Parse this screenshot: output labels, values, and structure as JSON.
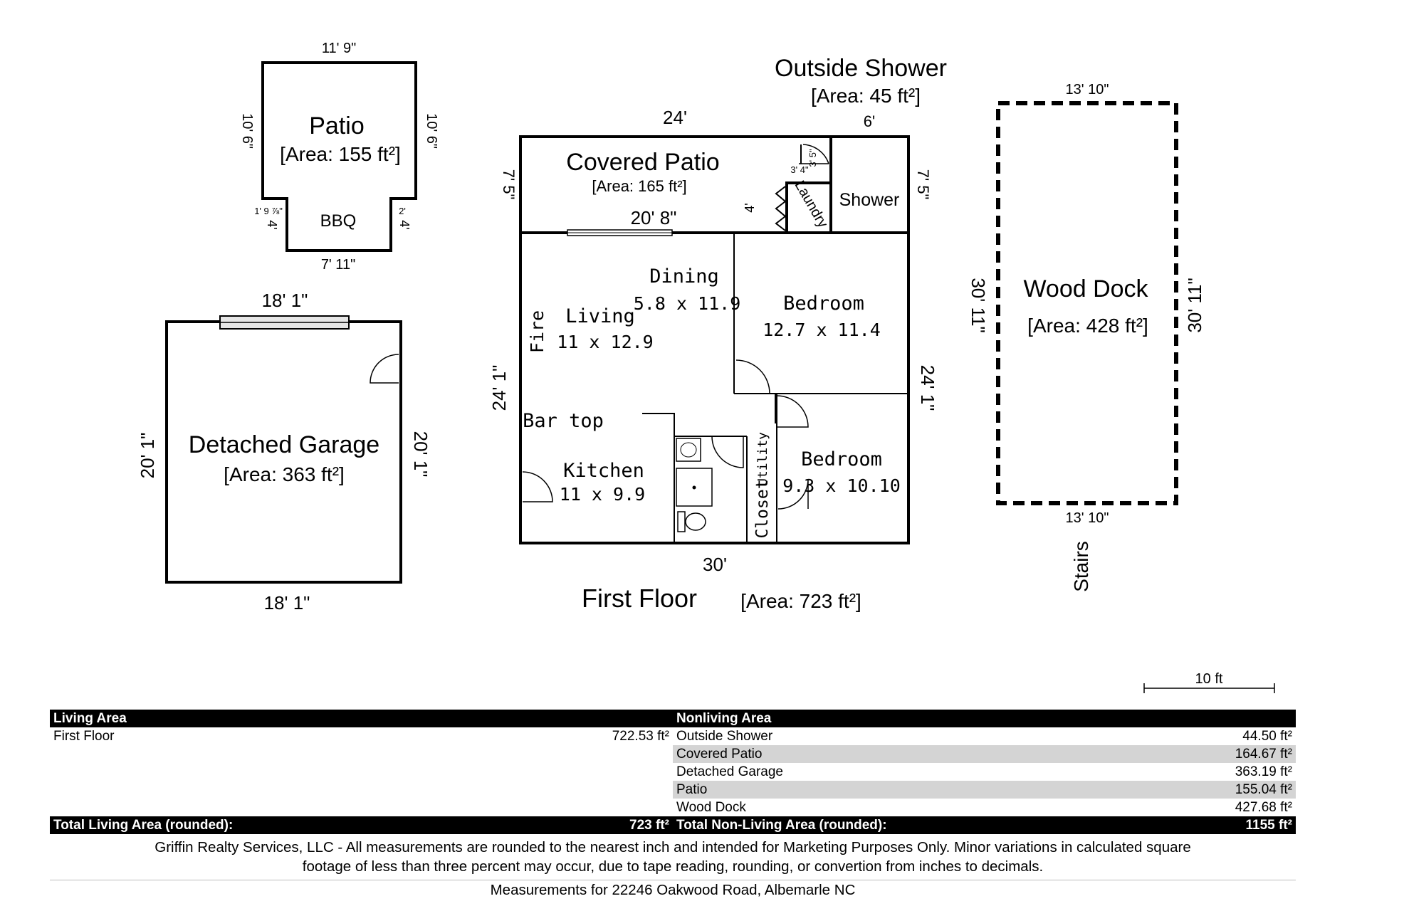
{
  "plan": {
    "patio": {
      "name": "Patio",
      "area": "[Area: 155 ft²]",
      "bbq": "BBQ",
      "dim_top": "11' 9\"",
      "dim_left": "10' 6\"",
      "dim_right": "10' 6\"",
      "dim_notch_top": "1' 9 ⅞\"",
      "dim_notch_left": "4'",
      "dim_notch_right_top": "2'",
      "dim_notch_right": "4'",
      "dim_bottom": "7' 11\""
    },
    "garage": {
      "name": "Detached Garage",
      "area": "[Area: 363 ft²]",
      "dim_top": "18' 1\"",
      "dim_bottom": "18' 1\"",
      "dim_left": "20' 1\"",
      "dim_right": "20' 1\""
    },
    "house": {
      "outside_shower_title": "Outside Shower",
      "outside_shower_area": "[Area: 45 ft²]",
      "dim_top_main": "24'",
      "dim_top_shower": "6'",
      "covered_patio": "Covered Patio",
      "covered_patio_area": "[Area: 165 ft²]",
      "dim_patio_left": "7' 5\"",
      "dim_patio_inner": "20' 8\"",
      "dim_patio_right": "7' 5\"",
      "dim_laundry_w": "3' 4\"",
      "dim_laundry_h": "3' 5\"",
      "dim_laundry_side": "4'",
      "laundry": "Laundry",
      "shower": "Shower",
      "dining": "Dining",
      "dining_size": "5.8 x 11.9",
      "living": "Living",
      "living_size": "11 x 12.9",
      "fire": "Fire",
      "bedroom1": "Bedroom",
      "bedroom1_size": "12.7 x 11.4",
      "bedroom2": "Bedroom",
      "bedroom2_size": "9.3 x 10.10",
      "bar_top": "Bar top",
      "kitchen": "Kitchen",
      "kitchen_size": "11 x 9.9",
      "closet": "Closet",
      "utility": "Utility",
      "dim_left": "24' 1\"",
      "dim_right": "24' 1\"",
      "dim_bottom": "30'",
      "floor_title": "First Floor",
      "floor_area": "[Area: 723 ft²]"
    },
    "dock": {
      "name": "Wood Dock",
      "area": "[Area: 428 ft²]",
      "dim_top": "13' 10\"",
      "dim_bottom": "13' 10\"",
      "dim_left": "30' 11\"",
      "dim_right": "30' 11\"",
      "stairs": "Stairs"
    },
    "scale_label": "10 ft"
  },
  "summary": {
    "living_header": "Living Area",
    "nonliving_header": "Nonliving Area",
    "living_rows": [
      {
        "label": "First Floor",
        "value": "722.53 ft²"
      }
    ],
    "nonliving_rows": [
      {
        "label": "Outside Shower",
        "value": "44.50 ft²"
      },
      {
        "label": "Covered Patio",
        "value": "164.67 ft²"
      },
      {
        "label": "Detached Garage",
        "value": "363.19 ft²"
      },
      {
        "label": "Patio",
        "value": "155.04 ft²"
      },
      {
        "label": "Wood Dock",
        "value": "427.68 ft²"
      }
    ],
    "total_living_label": "Total Living Area (rounded):",
    "total_living_value": "723 ft²",
    "total_nonliving_label": "Total Non-Living Area (rounded):",
    "total_nonliving_value": "1155 ft²"
  },
  "disclaimer_line1": "Griffin Realty Services, LLC - All measurements are rounded to the nearest inch and intended for Marketing Purposes Only. Minor variations in calculated square",
  "disclaimer_line2": "footage of less than three percent may occur, due to tape reading, rounding, or convertion from inches to decimals.",
  "address": "Measurements for 22246 Oakwood Road, Albemarle NC"
}
